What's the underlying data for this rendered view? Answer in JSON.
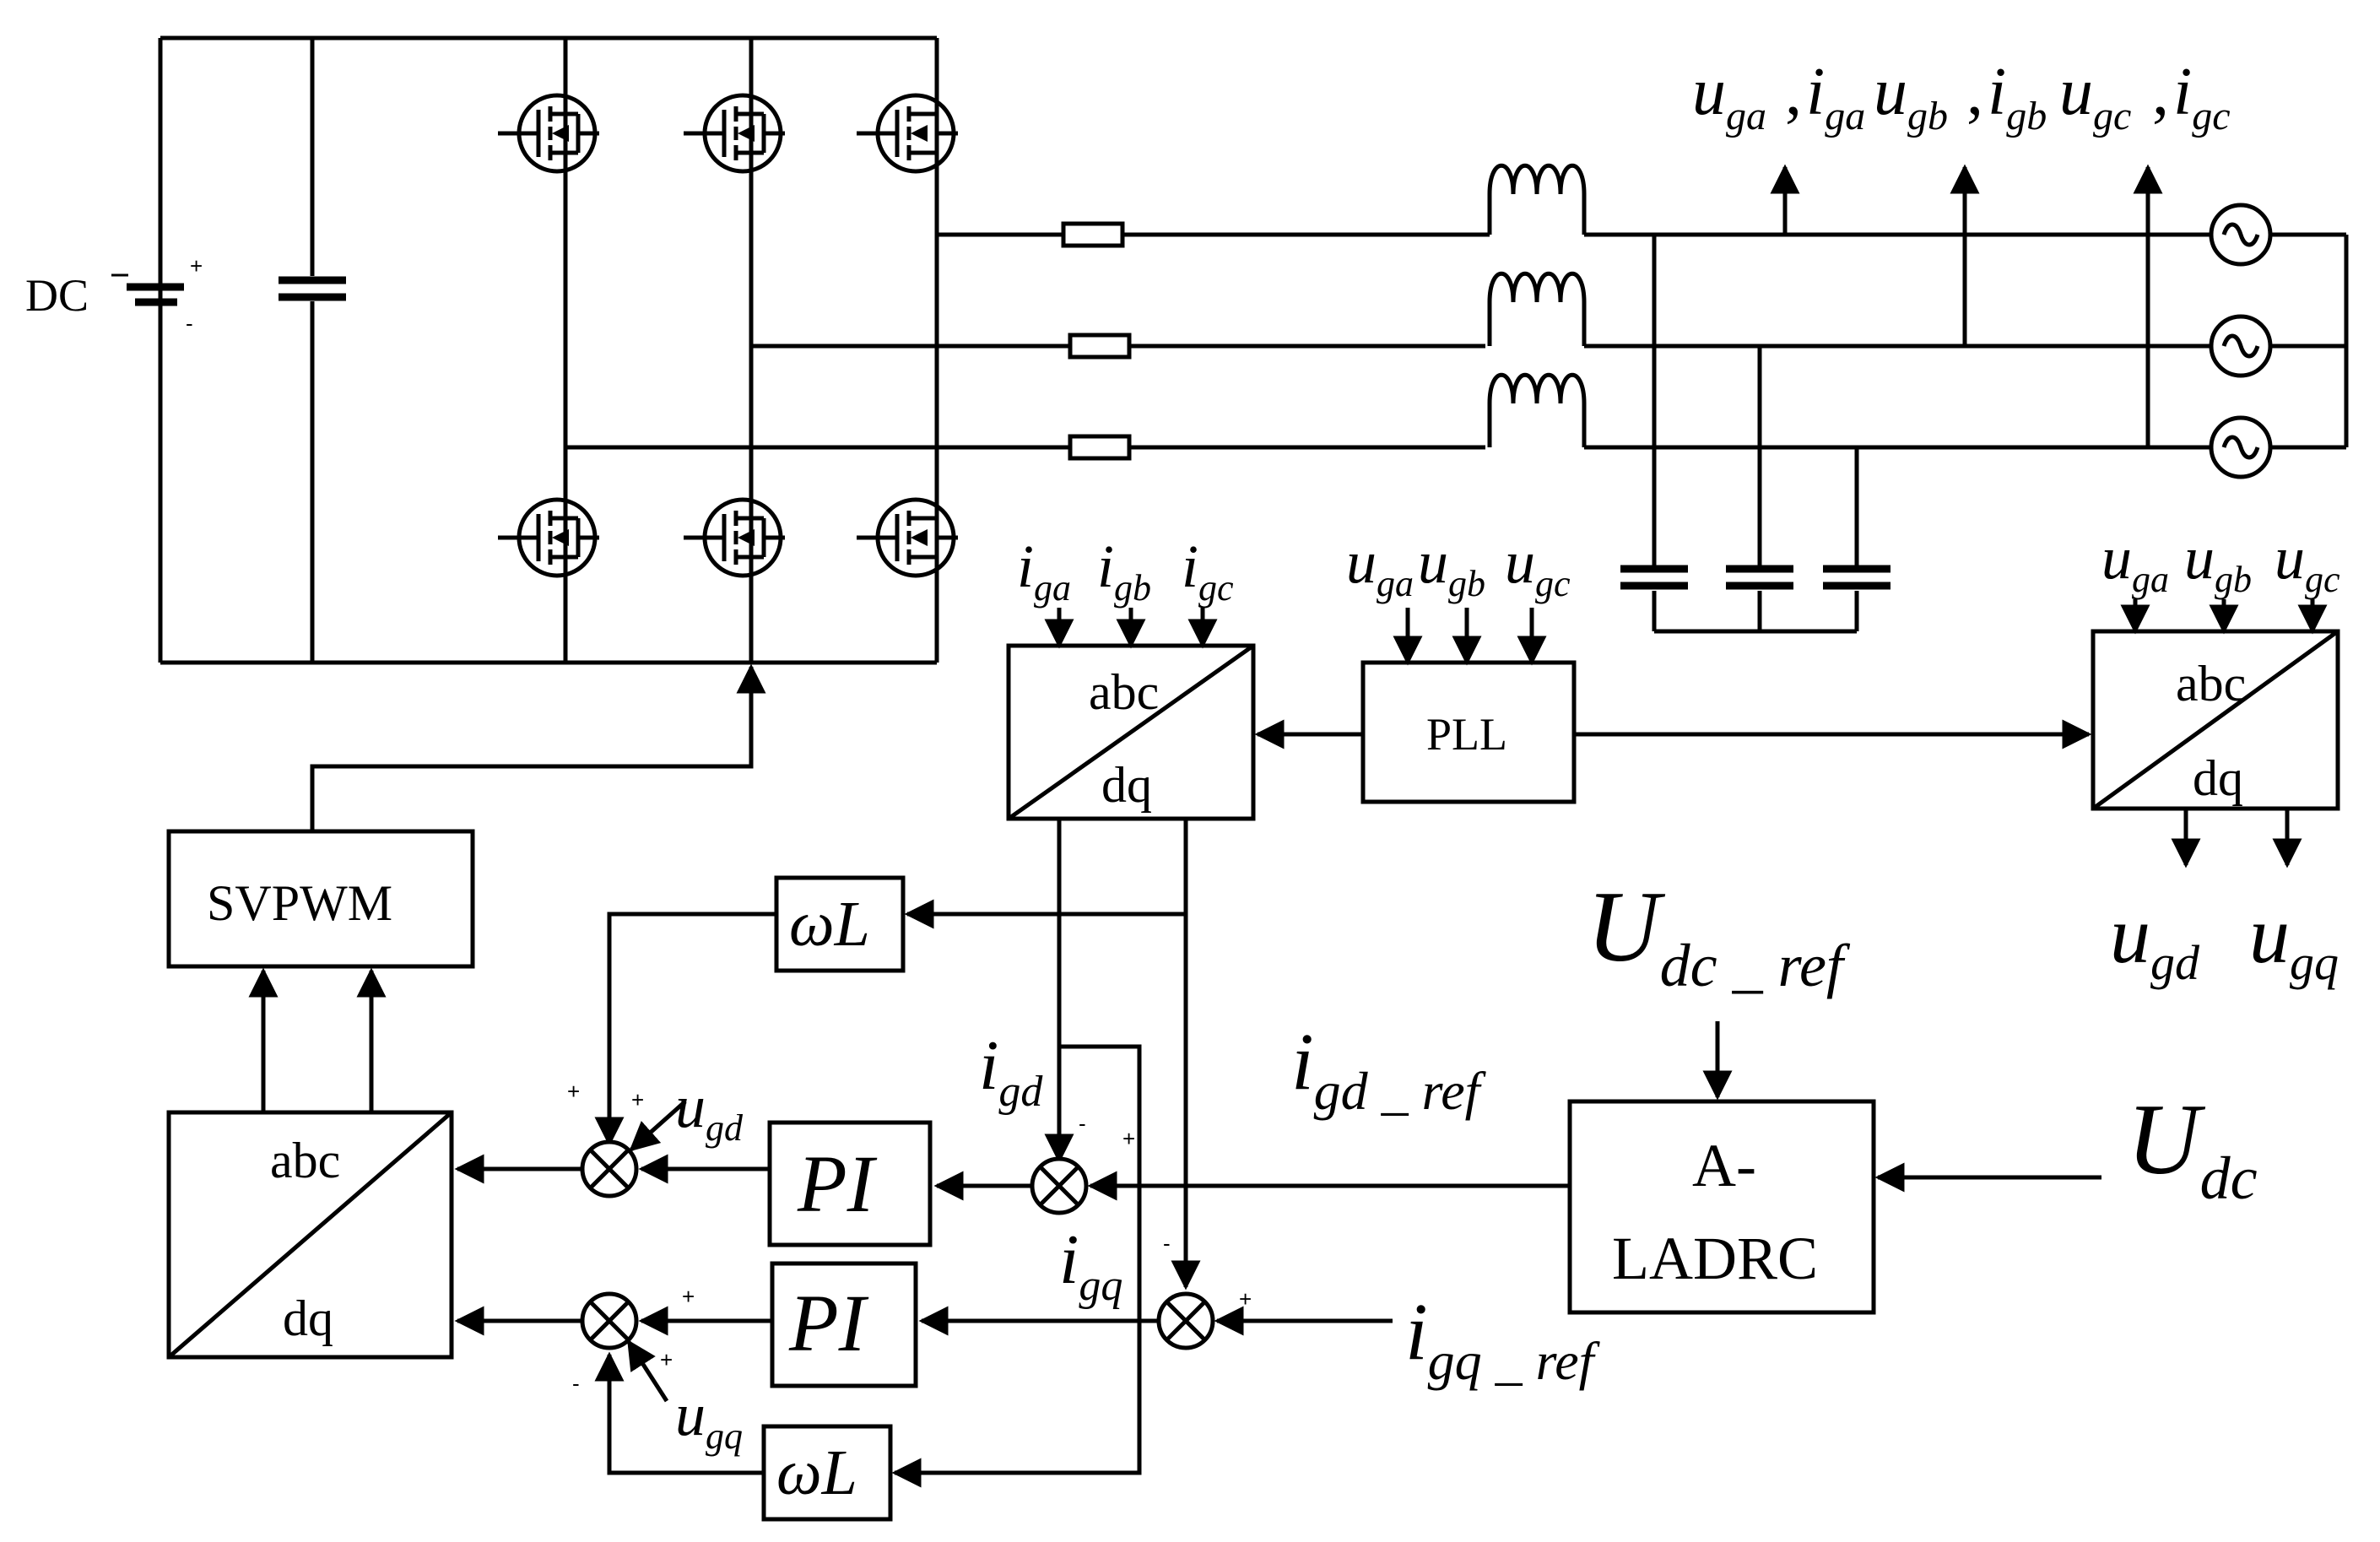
{
  "labels": {
    "dc_source": "DC",
    "battery_plus": "+",
    "battery_minus": "-",
    "abc": "abc",
    "dq": "dq",
    "pll": "PLL",
    "svpwm": "SVPWM",
    "pi": "PI",
    "omega_l": "ωL",
    "aladrc_line1": "A-",
    "aladrc_line2": "LADRC",
    "plus": "+",
    "minus": "-",
    "comma": ","
  },
  "symbols": {
    "u": "u",
    "i": "i",
    "U": "U",
    "sub_ga": "ga",
    "sub_gb": "gb",
    "sub_gc": "gc",
    "sub_gd": "gd",
    "sub_gq": "gq",
    "sub_dc": "dc",
    "sub_dc_ref": "dc _ ref",
    "sub_gd_ref": "gd _ ref",
    "sub_gq_ref": "gq _ ref"
  }
}
